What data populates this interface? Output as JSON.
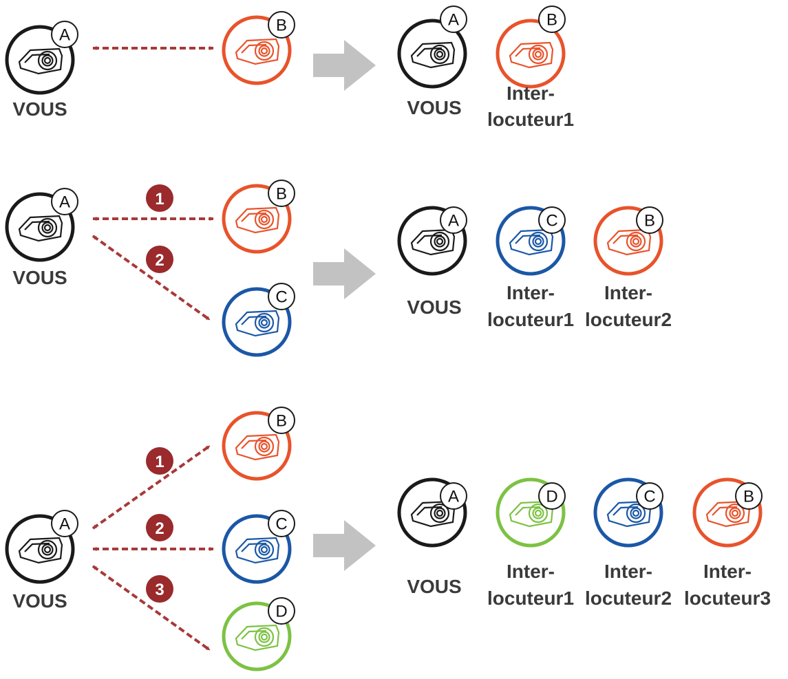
{
  "labels": {
    "you": "VOUS",
    "inter_line1": "Inter-",
    "inter_line2_1": "locuteur1",
    "inter_line2_2": "locuteur2",
    "inter_line2_3": "locuteur3"
  },
  "headsets": {
    "A": "A",
    "B": "B",
    "C": "C",
    "D": "D"
  },
  "steps": [
    "1",
    "2",
    "3"
  ],
  "colors": {
    "A": "#1a1a1a",
    "B": "#e8532b",
    "C": "#1b57a6",
    "D": "#7cc243",
    "connector": "#a8393a",
    "step_badge": "#9a2a2b",
    "transition_arrow": "#c2c2c2",
    "label_text": "#3a3a3a"
  }
}
